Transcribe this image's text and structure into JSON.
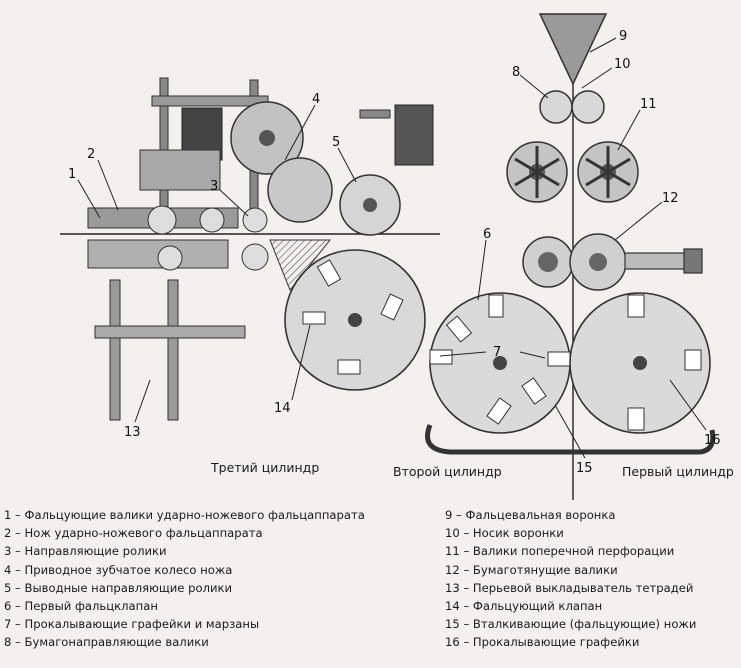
{
  "diagram": {
    "callouts": [
      "1",
      "2",
      "3",
      "4",
      "5",
      "6",
      "7",
      "8",
      "9",
      "10",
      "11",
      "12",
      "13",
      "14",
      "15",
      "16"
    ],
    "captions": {
      "third_cylinder": "Третий цилиндр",
      "second_cylinder": "Второй цилиндр",
      "first_cylinder": "Первый цилиндр"
    }
  },
  "legend_left": [
    "1 – Фальцующие валики ударно-ножевого фальцаппарата",
    "2 – Нож ударно-ножевого фальцаппарата",
    "3 – Направляющие ролики",
    "4 – Приводное зубчатое колесо ножа",
    "5 – Выводные направляющие ролики",
    "6 – Первый фальцклапан",
    "7 – Прокалывающие графейки и марзаны",
    "8 – Бумагонаправляющие валики"
  ],
  "legend_right": [
    "9 – Фальцевальная воронка",
    "10 – Носик воронки",
    "11 – Валики поперечной перфорации",
    "12 – Бумаготянущие валики",
    "13 – Перьевой выкладыватель тетрадей",
    "14 – Фальцующий клапан",
    "15 – Вталкивающие (фальцующие) ножи",
    "16 – Прокалывающие графейки"
  ]
}
